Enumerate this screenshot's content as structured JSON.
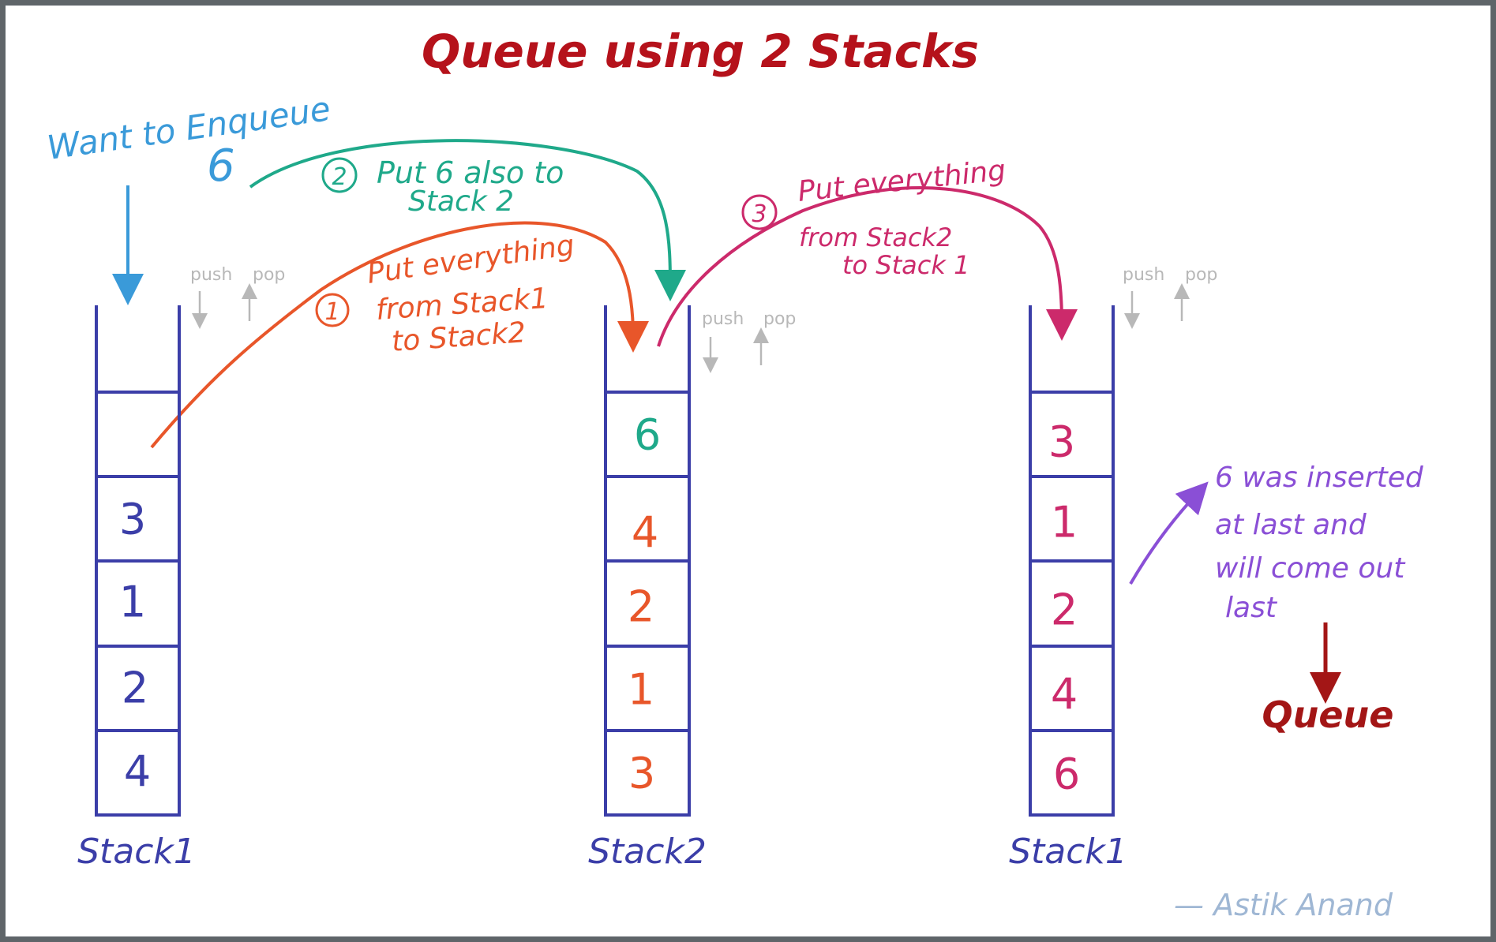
{
  "title": "Queue using 2 Stacks",
  "colors": {
    "title": "#b5121b",
    "stack": "#3b3ea8",
    "enqueue": "#3a9ad9",
    "step1": "#e8562a",
    "step2": "#1fa98a",
    "step3": "#cc2a6b",
    "note": "#8a4fd6",
    "queue": "#a31616",
    "muted": "#b8b8b8",
    "author": "#9fb7d4"
  },
  "enqueue": {
    "line1": "Want to Enqueue",
    "value": "6"
  },
  "step1": {
    "num": "1",
    "line1": "Put everything",
    "line2": "from Stack1",
    "line3": "to Stack2"
  },
  "step2": {
    "num": "2",
    "line1": "Put 6 also to",
    "line2": "Stack 2"
  },
  "step3": {
    "num": "3",
    "line1": "Put everything",
    "line2": "from Stack2",
    "line3": "to Stack 1"
  },
  "push_label": "push",
  "pop_label": "pop",
  "stacks": [
    {
      "label": "Stack1",
      "cells": [
        "",
        "3",
        "1",
        "2",
        "4"
      ],
      "cell_colors": [
        "#3b3ea8",
        "#3b3ea8",
        "#3b3ea8",
        "#3b3ea8",
        "#3b3ea8"
      ]
    },
    {
      "label": "Stack2",
      "cells": [
        "6",
        "4",
        "2",
        "1",
        "3"
      ],
      "cell_colors": [
        "#1fa98a",
        "#e8562a",
        "#e8562a",
        "#e8562a",
        "#e8562a"
      ]
    },
    {
      "label": "Stack1",
      "cells": [
        "3",
        "1",
        "2",
        "4",
        "6"
      ],
      "cell_colors": [
        "#cc2a6b",
        "#cc2a6b",
        "#cc2a6b",
        "#cc2a6b",
        "#cc2a6b"
      ]
    }
  ],
  "note": {
    "line1": "6 was inserted",
    "line2": "at last and",
    "line3": "will come out",
    "line4": "last"
  },
  "result": "Queue",
  "author": "— Astik Anand"
}
